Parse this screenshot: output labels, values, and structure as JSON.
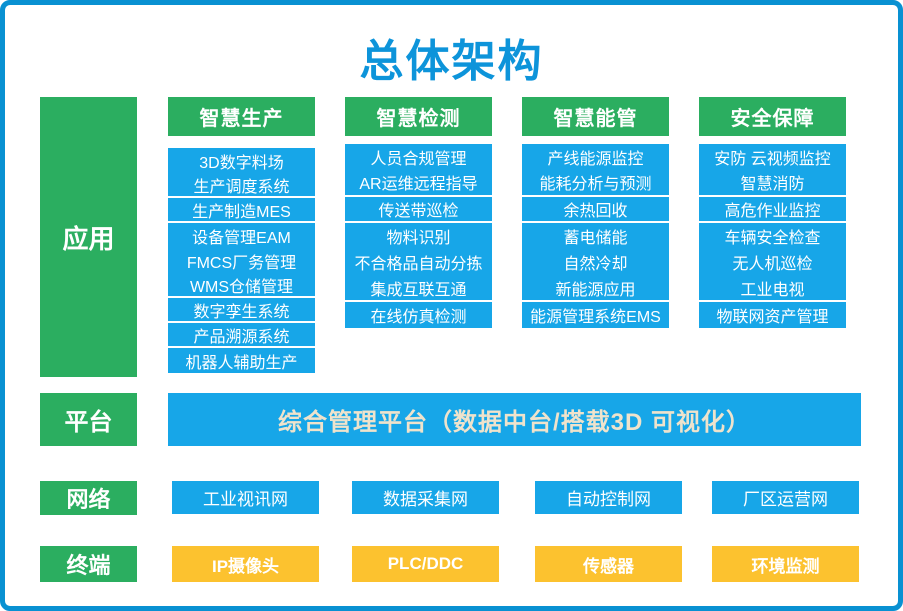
{
  "title": "总体架构",
  "colors": {
    "green": "#2BAE60",
    "blue": "#17A6E8",
    "yellow": "#FCC22F",
    "title_blue": "#0D94DA",
    "frame_border": "#0991D2",
    "platform_text": "#EFE3CC"
  },
  "rows": {
    "app": {
      "label": "应用"
    },
    "platform": {
      "label": "平台",
      "bar": "综合管理平台（数据中台/搭载3D 可视化）"
    },
    "network": {
      "label": "网络",
      "items": [
        "工业视讯网",
        "数据采集网",
        "自动控制网",
        "厂区运营网"
      ]
    },
    "terminal": {
      "label": "终端",
      "items": [
        "IP摄像头",
        "PLC/DDC",
        "传感器",
        "环境监测"
      ]
    }
  },
  "columns": [
    {
      "header": "智慧生产",
      "groups": [
        [
          "3D数字料场",
          "生产调度系统"
        ],
        [
          "生产制造MES"
        ],
        [
          "设备管理EAM",
          "FMCS厂务管理",
          "WMS仓储管理"
        ],
        [
          "数字孪生系统"
        ],
        [
          "产品溯源系统"
        ],
        [
          "机器人辅助生产"
        ]
      ]
    },
    {
      "header": "智慧检测",
      "groups": [
        [
          "人员合规管理",
          "AR运维远程指导"
        ],
        [
          "传送带巡检"
        ],
        [
          "物料识别",
          "不合格品自动分拣",
          "集成互联互通"
        ],
        [
          "在线仿真检测"
        ]
      ]
    },
    {
      "header": "智慧能管",
      "groups": [
        [
          "产线能源监控",
          "能耗分析与预测"
        ],
        [
          "余热回收"
        ],
        [
          "蓄电储能",
          "自然冷却",
          "新能源应用"
        ],
        [
          "能源管理系统EMS"
        ]
      ]
    },
    {
      "header": "安全保障",
      "groups": [
        [
          "安防 云视频监控",
          "智慧消防"
        ],
        [
          "高危作业监控"
        ],
        [
          "车辆安全检查",
          "无人机巡检",
          "工业电视"
        ],
        [
          "物联网资产管理"
        ]
      ]
    }
  ]
}
